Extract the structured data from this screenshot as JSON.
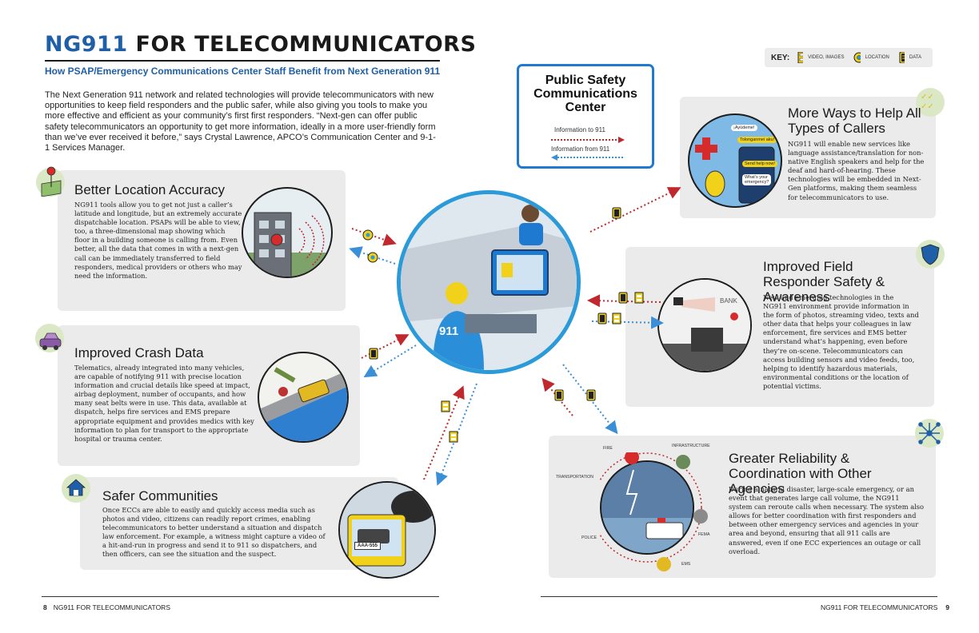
{
  "header": {
    "title_accent": "NG911",
    "title_rest": "FOR TELECOMMUNICATORS",
    "subtitle": "How PSAP/Emergency Communications Center Staff Benefit from Next Generation 911",
    "intro": "The Next Generation 911 network and related technologies will provide telecommunicators with new opportunities to keep field responders and the public safer, while also giving you tools to make you more effective and efficient as your community’s first first responders. “Next-gen can offer public safety telecommunicators an opportunity to get more information, ideally in a more user-friendly form than we’ve ever received it before,” says Crystal Lawrence, APCO’s Communication Center and 9-1-1 Services Manager."
  },
  "key": {
    "label": "KEY:",
    "items": [
      {
        "label": "VIDEO, IMAGES",
        "icon": "film-strip-icon"
      },
      {
        "label": "LOCATION",
        "icon": "location-pin-icon"
      },
      {
        "label": "DATA",
        "icon": "data-document-icon"
      }
    ]
  },
  "center_box": {
    "title": "Public Safety Communications Center",
    "info_to": "Information to 911",
    "info_from": "Information from 911"
  },
  "hub": {
    "label": "911"
  },
  "panels": {
    "location": {
      "heading": "Better Location Accuracy",
      "body": "NG911 tools allow you to get not just a caller’s latitude and longitude, but an extremely accurate dispatchable location. PSAPs will be able to view, too, a three-dimensional map showing which floor in a building someone is calling from. Even better, all the data that comes in with a next-gen call can be immediately transferred to field responders, medical providers or others who may need the information."
    },
    "crash": {
      "heading": "Improved Crash Data",
      "body": "Telematics, already integrated into many vehicles, are capable of notifying 911 with precise location information and crucial details like speed at impact, airbag deployment, number of occupants, and how many seat belts were in use. This data, available at dispatch, helps fire services and EMS prepare appropriate equipment and provides medics with key information to plan for transport to the appropriate hospital or trauma center."
    },
    "communities": {
      "heading": "Safer Communities",
      "body": "Once ECCs are able to easily and quickly access media such as photos and video, citizens can readily report crimes, enabling telecommunicators to better understand a situation and dispatch law enforcement. For example, a witness might capture a video of a hit-and-run in progress and send it to 911 so dispatchers, and then officers, can see the situation and the suspect.",
      "plate": "AAA-555"
    },
    "callers": {
      "heading": "More Ways to Help All Types of Callers",
      "body": "NG911 will enable new services like language assistance/translation for non-native English speakers and help for the deaf and hard-of-hearing. These technologies will be embedded in Next-Gen platforms, making them seamless for telecommunicators to use.",
      "bubble1": "¡Ayúdeme!",
      "bubble2": "Tolonganmei aku!",
      "bubble3": "Send help now!",
      "bubble4": "What’s your emergency?"
    },
    "responder": {
      "heading": "Improved Field Responder Safety & Awareness",
      "body": "New and emerging technologies in the NG911 environment provide information in the form of photos, streaming video, texts and other data that helps your colleagues in law enforcement, fire services and EMS better understand what’s happening, even before they’re on-scene. Telecommunicators can access building sensors and video feeds, too, helping to identify hazardous materials, environmental conditions or the location of potential victims.",
      "sign": "BANK"
    },
    "reliability": {
      "heading": "Greater Reliability & Coordination with Other Agencies",
      "body": "During a natural disaster, large-scale emergency, or an event that generates large call volume, the NG911 system can reroute calls when necessary. The system also allows for better coordination with first responders and between other emergency services and agencies in your area and beyond, ensuring that all 911 calls are answered, even if one ECC experiences an outage or call overload.",
      "labels": {
        "fire": "FIRE",
        "infrastructure": "INFRASTRUCTURE",
        "transportation": "TRANSPORTATION",
        "fema": "FEMA",
        "police": "POLICE",
        "ems": "EMS"
      }
    }
  },
  "footer": {
    "left_page": "8",
    "left_text": "NG911 FOR TELECOMMUNICATORS",
    "right_text": "NG911 FOR TELECOMMUNICATORS",
    "right_page": "9"
  },
  "colors": {
    "accent_blue": "#1e5fa8",
    "ring_blue": "#2a9ad8",
    "to_911_red": "#c0282d",
    "from_911_blue": "#3a8fd6",
    "panel_gray": "#ebebeb",
    "key_yellow": "#f2d11b",
    "badge_green": "#dbe8c5"
  }
}
